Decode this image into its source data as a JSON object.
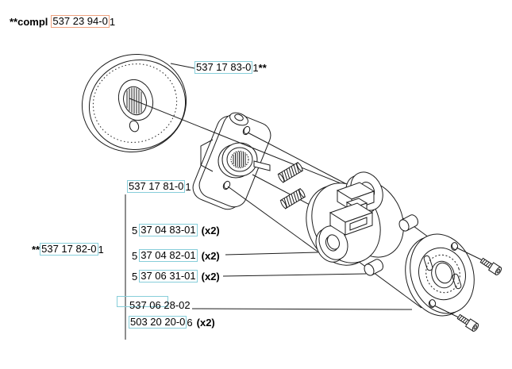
{
  "colors": {
    "highlight_box": "#87ceda",
    "compl_highlight_box": "#eea17e",
    "diagram_line": "#1c1c1c",
    "text": "#000000",
    "background": "#ffffff"
  },
  "compl_label": {
    "pre": "**compl",
    "boxed": "537 23 94-0",
    "post": "1"
  },
  "drum_label": {
    "boxed": "537 17 83-0",
    "post": "1",
    "stars": "**"
  },
  "assembly_label": {
    "stars": "**",
    "boxed": "537 17 82-0",
    "post": "1"
  },
  "column_labels": [
    {
      "pre": "",
      "boxed": "537 17 81-0",
      "post": "1",
      "qty": ""
    },
    {
      "pre": "5",
      "boxed": "37 04 83-01",
      "post": "",
      "qty": "(x2)"
    },
    {
      "pre": "5",
      "boxed": "37 04 82-01",
      "post": "",
      "qty": "(x2)"
    },
    {
      "pre": "5",
      "boxed": "37 06 31-01",
      "post": "",
      "qty": "(x2)"
    },
    {
      "pre": "",
      "boxed": "",
      "post": "537 06 28-02",
      "qty": ""
    },
    {
      "pre": "",
      "boxed": "503 20 20-0",
      "post": "6",
      "qty": "(x2)"
    }
  ]
}
